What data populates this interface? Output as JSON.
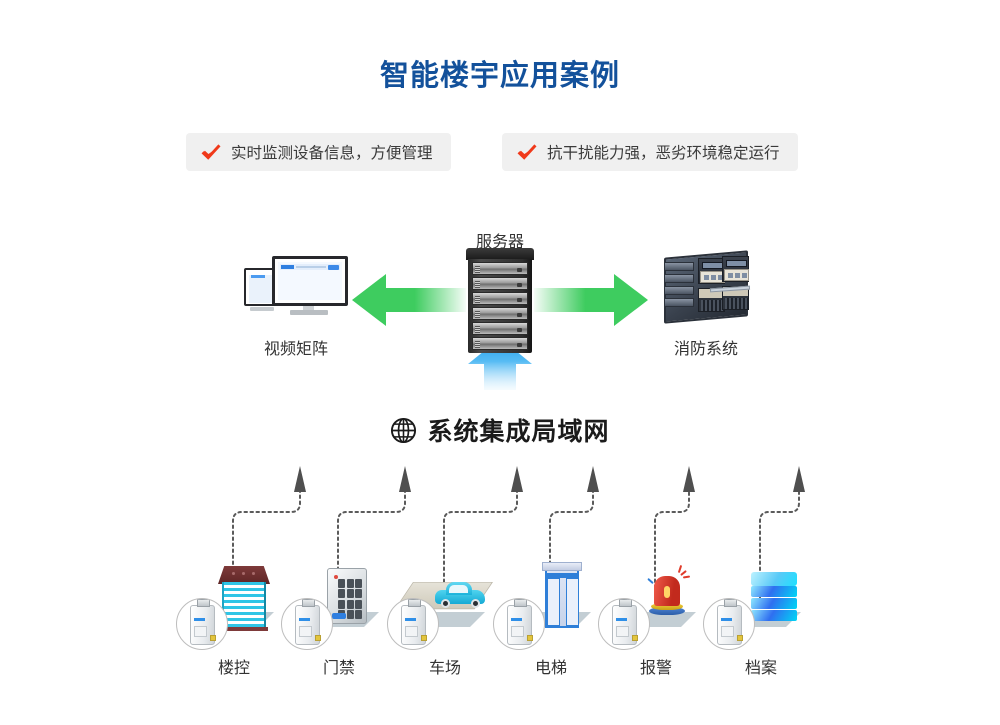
{
  "page": {
    "title": "智能楼宇应用案例",
    "title_color": "#13519b",
    "background": "#ffffff"
  },
  "features": [
    {
      "icon": "check-icon",
      "label": "实时监测设备信息，方便管理",
      "icon_color": "#f0391a",
      "pill_color": "#f0f0f0"
    },
    {
      "icon": "check-icon",
      "label": "抗干扰能力强，恶劣环境稳定运行",
      "icon_color": "#f0391a",
      "pill_color": "#f0f0f0"
    }
  ],
  "diagram": {
    "center": {
      "name": "server-node",
      "label": "服务器",
      "icon": "server-rack-icon"
    },
    "left": {
      "name": "video-matrix-node",
      "label": "视频矩阵",
      "icon": "monitor-icon"
    },
    "right": {
      "name": "fire-system-node",
      "label": "消防系统",
      "icon": "equipment-rack-icon"
    },
    "arrows": {
      "left_arrow_color": "#3ecc5f",
      "right_arrow_color": "#3ecc5f",
      "up_arrow_color": "#2aa3ec"
    },
    "network": {
      "icon": "globe-icon",
      "label": "系统集成局域网"
    }
  },
  "devices": [
    {
      "label": "楼控",
      "icon": "building-icon",
      "badge_icon": "usb-converter-icon"
    },
    {
      "label": "门禁",
      "icon": "access-keypad-icon",
      "badge_icon": "usb-converter-icon"
    },
    {
      "label": "车场",
      "icon": "parking-car-icon",
      "badge_icon": "usb-converter-icon"
    },
    {
      "label": "电梯",
      "icon": "elevator-icon",
      "badge_icon": "usb-converter-icon"
    },
    {
      "label": "报警",
      "icon": "alarm-siren-icon",
      "badge_icon": "usb-converter-icon"
    },
    {
      "label": "档案",
      "icon": "archive-stack-icon",
      "badge_icon": "usb-converter-icon"
    }
  ]
}
